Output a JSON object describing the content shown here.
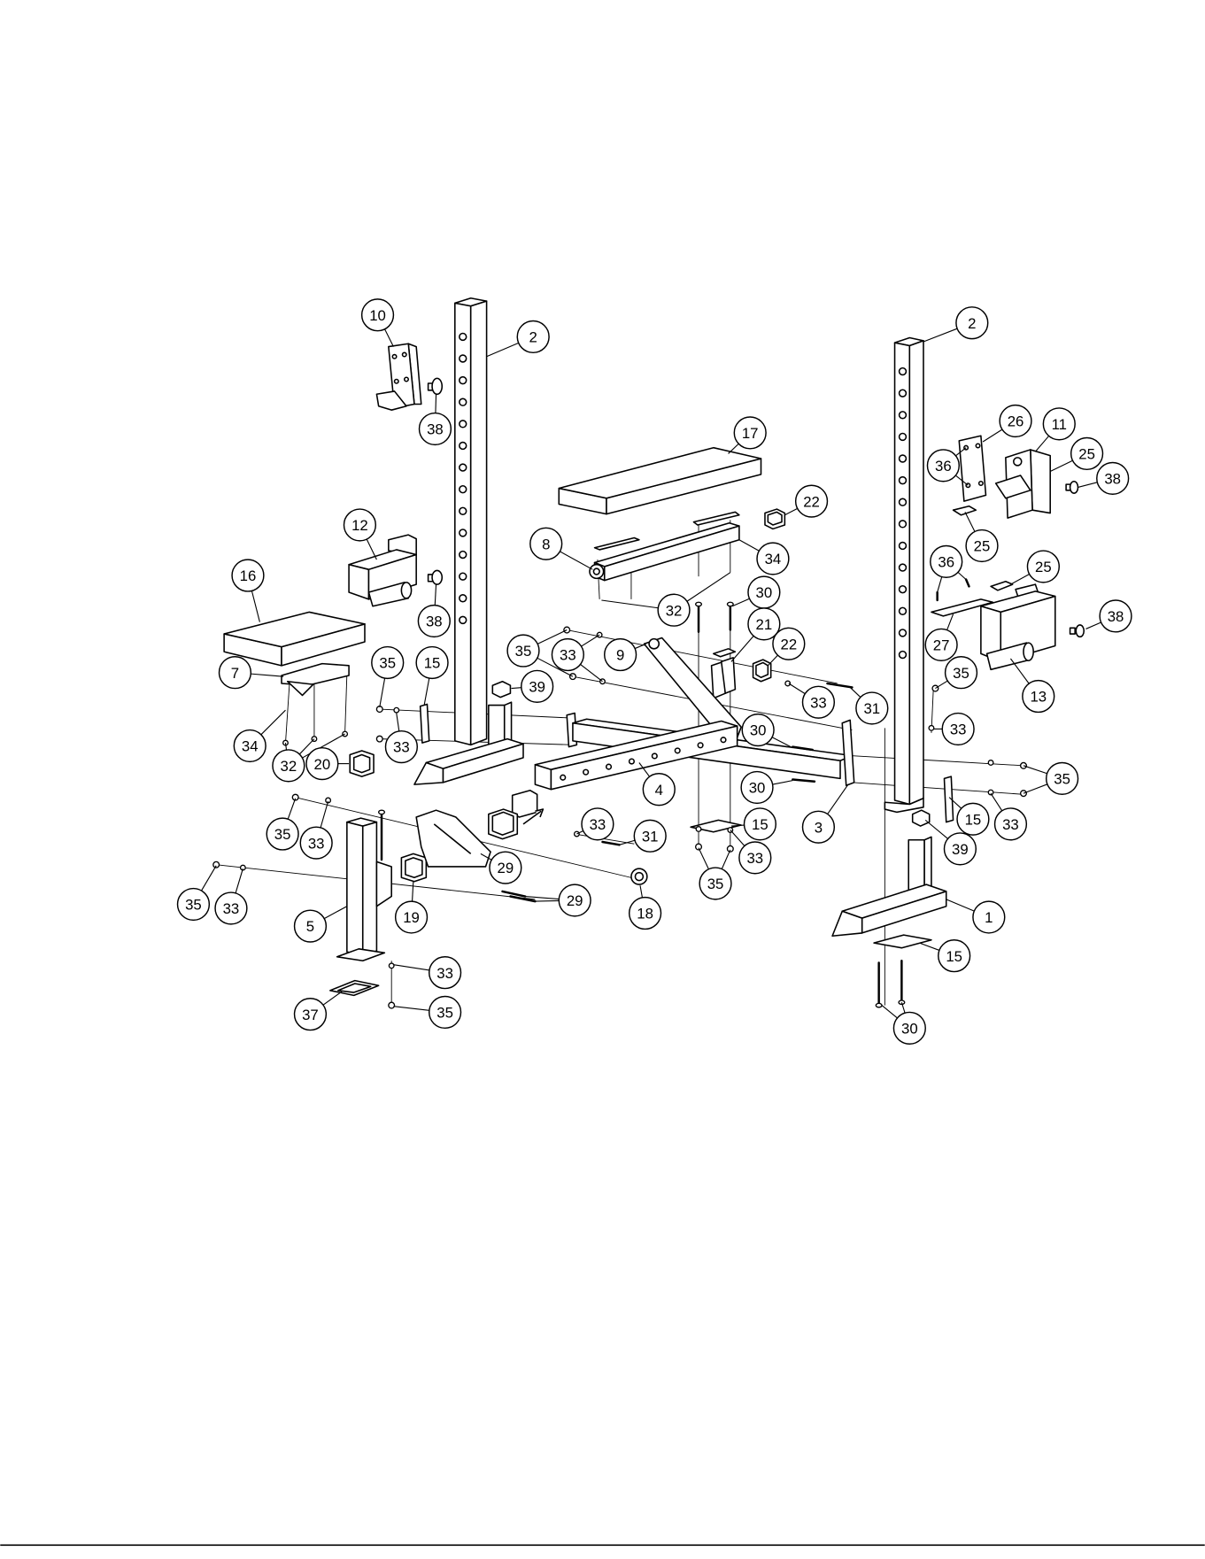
{
  "colors": {
    "ink": "#000000",
    "paper": "#ffffff"
  },
  "callouts": [
    "10",
    "2",
    "38",
    "17",
    "2",
    "26",
    "11",
    "25",
    "38",
    "36",
    "22",
    "12",
    "8",
    "34",
    "25",
    "36",
    "25",
    "16",
    "38",
    "32",
    "30",
    "38",
    "21",
    "22",
    "35",
    "33",
    "9",
    "27",
    "13",
    "7",
    "35",
    "15",
    "35",
    "33",
    "31",
    "39",
    "34",
    "33",
    "32",
    "30",
    "33",
    "20",
    "35",
    "4",
    "30",
    "3",
    "15",
    "33",
    "15",
    "33",
    "31",
    "35",
    "33",
    "39",
    "33",
    "29",
    "35",
    "35",
    "33",
    "29",
    "18",
    "19",
    "5",
    "1",
    "33",
    "15",
    "37",
    "35",
    "30"
  ]
}
